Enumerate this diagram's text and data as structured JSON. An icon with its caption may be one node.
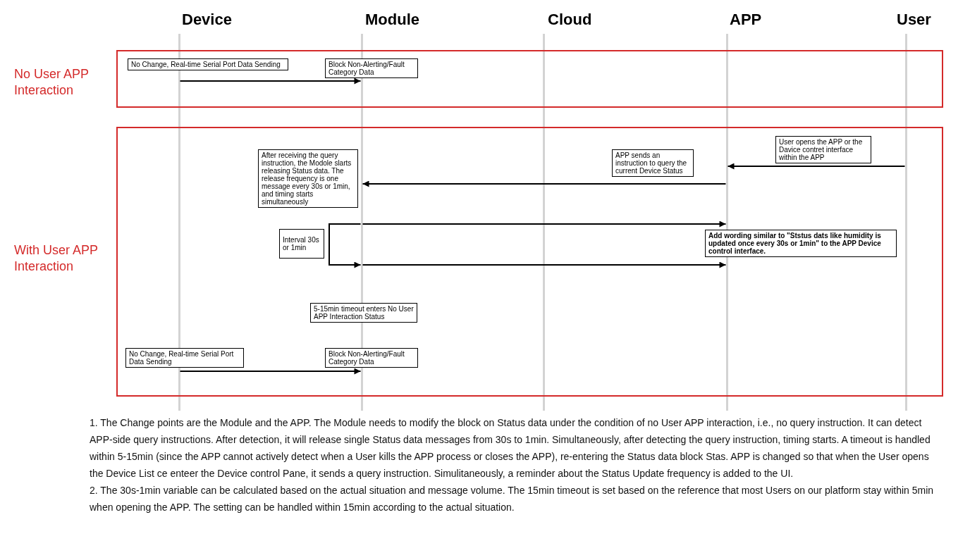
{
  "diagram": {
    "nodes": [
      {
        "text": [],
        "shape": "line",
        "beside": [
          "Device"
        ]
      },
      {
        "text": [],
        "shape": "line",
        "beside": [
          "Module"
        ]
      },
      {
        "text": [],
        "shape": "line",
        "beside": [
          "Cloud"
        ]
      },
      {
        "text": [],
        "shape": "line",
        "beside": [
          "APP"
        ]
      },
      {
        "text": [],
        "shape": "line",
        "beside": [
          "User"
        ]
      },
      {
        "text": [
          "No User APP Interaction"
        ]
      },
      {
        "text": [
          "No Change, Real-time Serial Port Data Sending"
        ],
        "in": 5
      },
      {
        "text": [
          "Block Non-Alerting/Fault Category Data"
        ],
        "in": 5
      },
      {
        "text": [
          "With User APP Interaction"
        ]
      },
      {
        "text": [
          "User opens the APP or the Davice contret interface within the APP"
        ],
        "in": 8
      },
      {
        "text": [
          "APP sends an instruction to query the current Device Status"
        ],
        "in": 8
      },
      {
        "text": [
          "After receiving the query instruction, the Modole slarts releasing Status data. The release frequency is one message every 30s or 1min, and timing starts simultaneously"
        ],
        "in": 8
      },
      {
        "text": [
          "Interval 30s or 1min"
        ],
        "in": 8
      },
      {
        "text": [
          "Add wording similar to \"Ststus dats like humidity is updated once every 30s or 1min\" to the APP Device control interface."
        ],
        "in": 8
      },
      {
        "text": [
          "5-15min timeout enters No User APP Interaction Status"
        ],
        "in": 8
      },
      {
        "text": [
          "No Change, Real-time Serial Port Data Sending"
        ],
        "in": 8
      },
      {
        "text": [
          "Block Non-Alerting/Fault Category Data"
        ],
        "in": 8
      }
    ],
    "edges": [
      {
        "from": 0,
        "to": 1,
        "arrow": "to"
      },
      {
        "from": 4,
        "to": 3,
        "arrow": "to"
      },
      {
        "from": 3,
        "to": 1,
        "arrow": "to"
      },
      {
        "from": 1,
        "to": 3,
        "arrow": "to"
      },
      {
        "from": 1,
        "to": 1,
        "arrow": "to"
      },
      {
        "from": 1,
        "to": 3,
        "arrow": "to"
      },
      {
        "from": 0,
        "to": 1,
        "arrow": "to"
      }
    ],
    "labels": [
      "1. The Change points are the Module and the APP. The Module needs to modify the block on Status data under the condition of no User APP interaction, i.e., no query instruction. It can detect APP-side query instructions. After detection, it will release single Status data messages from 30s to 1min. Simultaneously, after detecting the query instruction, timing starts. A timeout is handled within 5-15min (since the APP cannot actively detect when a User kills the APP process or closes the APP), re-entering the Status data block Stas. APP is changed so that when the User opens the Device List ce enteer the Device control Pane, it sends a query instruction. Simulitaneously, a reminder about the Status Update frequency is added to the UI.",
      "2. The 30s-1min variable can be calculated based on the actual situation and message volume. The 15min timeout is set based on the reference that most Users on our platform stay within 5min when opening the APP. The setting can be handled within 15min according to the actual situation."
    ]
  }
}
